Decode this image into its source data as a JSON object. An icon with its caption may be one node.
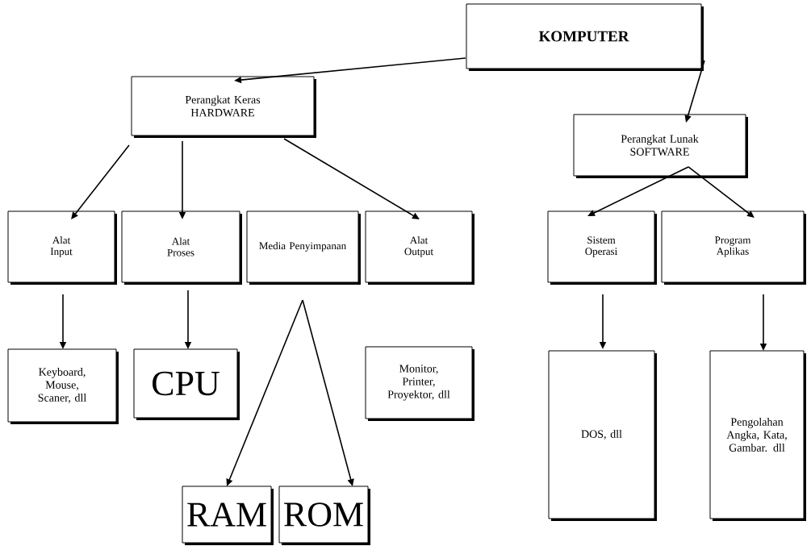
{
  "diagram": {
    "nodes": [
      {
        "text": [
          "KOMPUTER"
        ]
      },
      {
        "text": [
          "Perangkat Keras HARDWARE"
        ]
      },
      {
        "text": [
          "Perangkat Lunak SOFTWARE"
        ]
      },
      {
        "text": [
          "Alat Input"
        ]
      },
      {
        "text": [
          "Alat Proses"
        ]
      },
      {
        "text": [
          "Media Penyimpanan"
        ]
      },
      {
        "text": [
          "Alat Output"
        ]
      },
      {
        "text": [
          "Sistem Operasi"
        ]
      },
      {
        "text": [
          "Program Aplikas"
        ]
      },
      {
        "text": [
          "Keyboard, Mouse, Scaner, dll"
        ]
      },
      {
        "text": [
          "CPU"
        ]
      },
      {
        "text": [
          "Monitor, Printer, Proyektor, dll"
        ]
      },
      {
        "text": [
          "RAM"
        ]
      },
      {
        "text": [
          "ROM"
        ]
      },
      {
        "text": [
          "DOS, dll"
        ]
      },
      {
        "text": [
          "Pengolahan Angka, Kata, Gambar. dll"
        ]
      }
    ],
    "edges": [
      {
        "from": 0,
        "to": 1,
        "arrow": "to"
      },
      {
        "from": 0,
        "to": 2,
        "arrow": "to"
      },
      {
        "from": 1,
        "to": 3,
        "arrow": "to"
      },
      {
        "from": 1,
        "to": 4,
        "arrow": "to"
      },
      {
        "from": 1,
        "to": 6,
        "arrow": "to"
      },
      {
        "from": 2,
        "to": 7,
        "arrow": "to"
      },
      {
        "from": 2,
        "to": 8,
        "arrow": "to"
      },
      {
        "from": 3,
        "to": 9,
        "arrow": "to"
      },
      {
        "from": 4,
        "to": 10,
        "arrow": "to"
      },
      {
        "from": 5,
        "to": 12,
        "arrow": "to"
      },
      {
        "from": 5,
        "to": 13,
        "arrow": "to"
      },
      {
        "from": 7,
        "to": 14,
        "arrow": "to"
      },
      {
        "from": 8,
        "to": 15,
        "arrow": "to"
      }
    ]
  }
}
